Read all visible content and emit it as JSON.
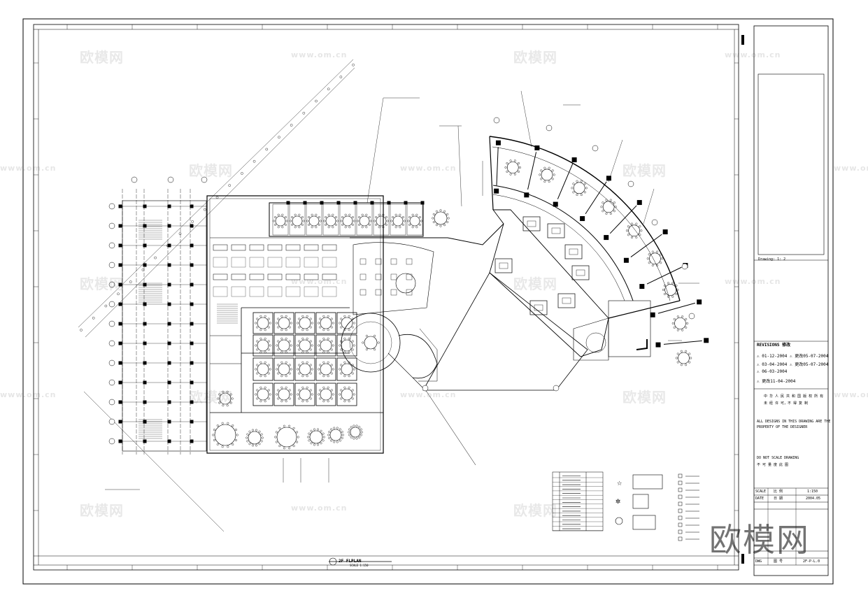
{
  "watermark": {
    "brand": "欧模网",
    "url": "www.om.cn"
  },
  "titleblock": {
    "drawing_no_label": "Drawing: 1: 2",
    "revision_label": "REVISIONS 修改",
    "revisions": [
      {
        "left": "01-12-2004",
        "right": "更改05-07-2004"
      },
      {
        "left": "03-04-2004",
        "right": "更改05-07-2004"
      },
      {
        "left": "06-03-2004",
        "right": ""
      },
      {
        "left": "更改11-04-2004",
        "right": ""
      }
    ],
    "notes_cn_1": "中 华 人 民 共 和 国 版 权 所 有",
    "notes_cn_2": "未 经 许 可，不 得 复 制",
    "notes_en_1": "ALL DESIGNS IN THIS DRAWING ARE THE",
    "notes_en_2": "PROPERTY OF THE DESIGNER",
    "notes_en_3": "DO NOT SCALE DRAWING",
    "notes_cn_3": "不 可 量 度 此 图",
    "scale_label": "SCALE",
    "scale_cn": "比 例",
    "scale_value": "1:150",
    "date_label": "DATE",
    "date_cn": "日 期",
    "date_value": "2004.05",
    "dwg_label": "DWG",
    "dwg_cn": "图 号",
    "dwg_value": "2F-P-L.0"
  },
  "plan": {
    "caption": "2F FLPLAN",
    "scale": "SCALE 1:150"
  },
  "logo": "欧模网"
}
